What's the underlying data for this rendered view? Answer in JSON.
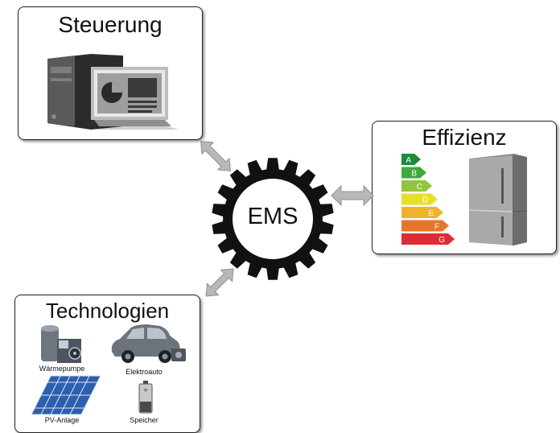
{
  "center": {
    "label": "EMS"
  },
  "steuerung": {
    "title": "Steuerung",
    "icon": "computer-icon"
  },
  "effizienz": {
    "title": "Effizienz",
    "energy_classes": [
      {
        "letter": "A",
        "color": "#1e8a3a"
      },
      {
        "letter": "B",
        "color": "#3cab3b"
      },
      {
        "letter": "C",
        "color": "#92c43d"
      },
      {
        "letter": "D",
        "color": "#e7df2c"
      },
      {
        "letter": "E",
        "color": "#f0b22e"
      },
      {
        "letter": "F",
        "color": "#e7762b"
      },
      {
        "letter": "G",
        "color": "#dc2c35"
      }
    ],
    "icon": "fridge-icon"
  },
  "technologien": {
    "title": "Technologien",
    "items": [
      {
        "label": "Wärmepumpe",
        "icon": "heat-pump-icon"
      },
      {
        "label": "Elektroauto",
        "icon": "electric-car-icon"
      },
      {
        "label": "PV-Anlage",
        "icon": "solar-panel-icon"
      },
      {
        "label": "Speicher",
        "icon": "battery-icon"
      }
    ]
  },
  "arrows": {
    "color": "#b8b8b8"
  }
}
